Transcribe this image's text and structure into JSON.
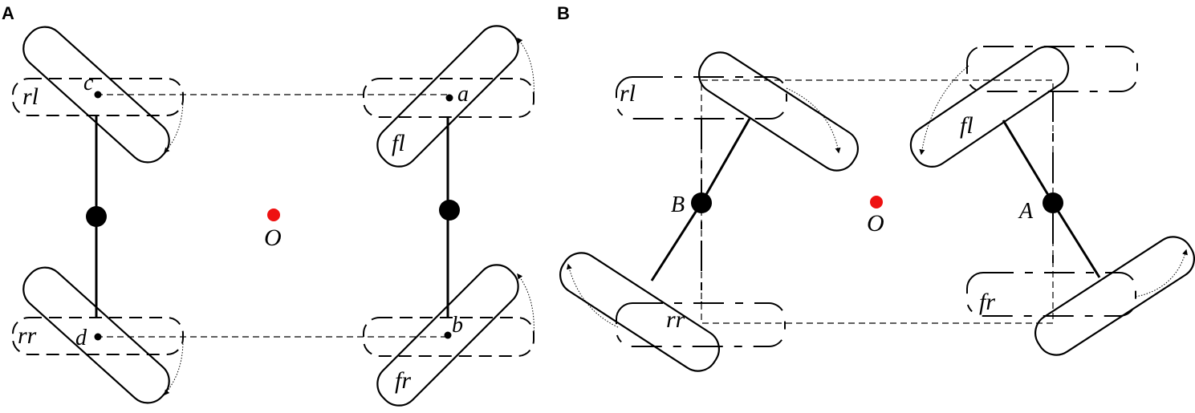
{
  "panels": {
    "A": {
      "label": "A",
      "wheels": {
        "rl": "rl",
        "rr": "rr",
        "fl": "fl",
        "fr": "fr"
      },
      "points": {
        "a": "a",
        "b": "b",
        "c": "c",
        "d": "d"
      },
      "center": "O"
    },
    "B": {
      "label": "B",
      "wheels": {
        "rl": "rl",
        "rr": "rr",
        "fl": "fl",
        "fr": "fr"
      },
      "pivots": {
        "A": "A",
        "B": "B"
      },
      "center": "O"
    }
  },
  "colors": {
    "center_point": "#ee1111",
    "ink": "#000000"
  }
}
